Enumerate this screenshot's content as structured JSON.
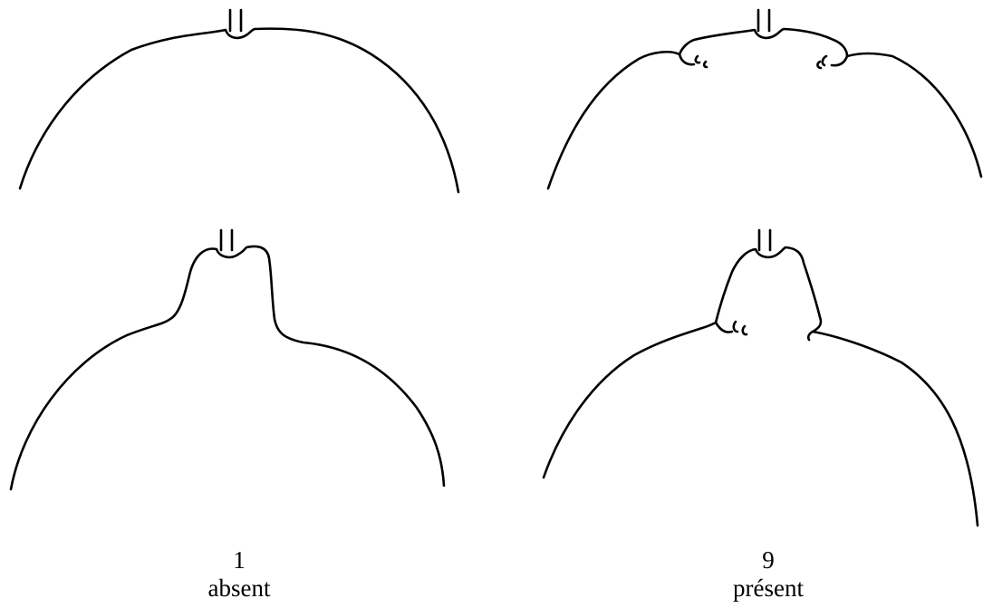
{
  "captions": {
    "left": {
      "number": "1",
      "state": "absent"
    },
    "right": {
      "number": "9",
      "state": "présent"
    }
  },
  "line_color": "#000000",
  "background_color": "#ffffff"
}
